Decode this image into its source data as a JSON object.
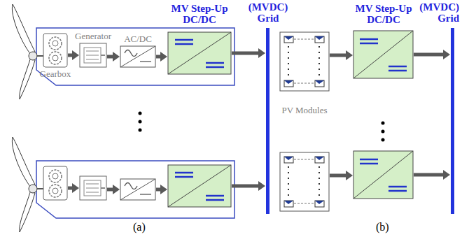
{
  "diagram": {
    "nodes": [
      {
        "text": [
          "Gearbox"
        ]
      },
      {
        "text": [
          "Generator"
        ]
      },
      {
        "text": [
          "AC/DC"
        ]
      },
      {
        "text": [
          "MV Step-Up DC/DC"
        ]
      },
      {
        "text": [
          "(MVDC) Grid"
        ]
      },
      {
        "text": [
          "PV Modules"
        ]
      },
      {
        "text": [
          "MV Step-Up DC/DC"
        ]
      },
      {
        "text": [
          "(MVDC) Grid"
        ]
      }
    ],
    "edges": [
      {
        "from": 0,
        "to": 1,
        "arrow": "to"
      },
      {
        "from": 1,
        "to": 2,
        "arrow": "to"
      },
      {
        "from": 2,
        "to": 3,
        "arrow": "to"
      },
      {
        "from": 3,
        "to": 4,
        "arrow": "to"
      },
      {
        "from": 5,
        "to": 6,
        "arrow": "to"
      },
      {
        "from": 6,
        "to": 7,
        "arrow": "to"
      }
    ],
    "labels": [
      "(a)",
      "(b)"
    ]
  }
}
